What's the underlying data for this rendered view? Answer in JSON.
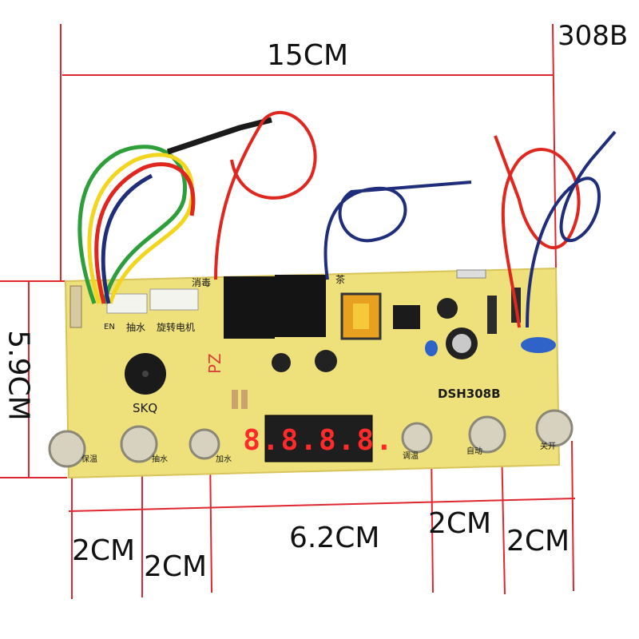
{
  "model_label": "308B",
  "board": {
    "model_print": "DSH308B",
    "skq_label": "SKQ",
    "pz_label": "PZ",
    "connector_labels": [
      "EN",
      "抽水",
      "旋转电机"
    ],
    "top_labels": [
      "消毒",
      "茶"
    ],
    "button_labels": [
      "保温",
      "抽水",
      "加水",
      "调温",
      "自动",
      "关开"
    ],
    "display_digits": "8.8.8.8."
  },
  "dimensions": {
    "width": "15CM",
    "height": "5.9CM",
    "spacing": [
      "2CM",
      "2CM",
      "6.2CM",
      "2CM",
      "2CM"
    ]
  },
  "colors": {
    "pcb": "#eee07a",
    "pcb_edge": "#d8c45a",
    "wire_red": "#e0271f",
    "wire_blue": "#1f2d7a",
    "wire_green": "#2e9e3a",
    "wire_yellow": "#f2d51d",
    "relay": "#141414",
    "display_digit": "#ff2a2a"
  }
}
